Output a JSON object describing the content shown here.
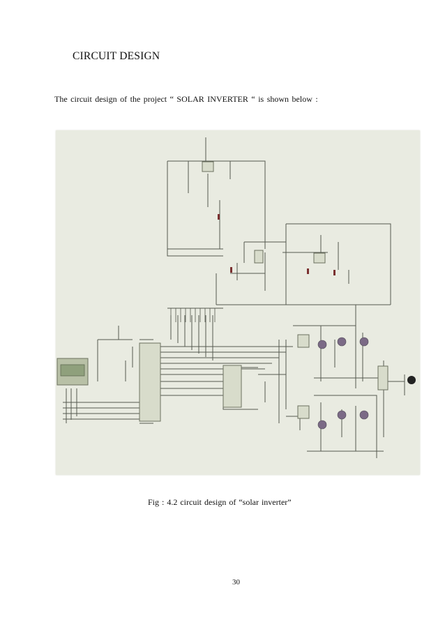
{
  "document": {
    "heading": "CIRCUIT DESIGN",
    "intro": "The circuit design of the project “ SOLAR INVERTER “ is shown below :",
    "figure": {
      "caption": "Fig : 4.2 circuit design of “solar inverter”"
    },
    "page_number": "30"
  },
  "colors": {
    "schematic_background": "#e9ebe1",
    "wire": "#555a4f",
    "component": "#6b705f",
    "lcd_screen": "#8fa07c"
  }
}
